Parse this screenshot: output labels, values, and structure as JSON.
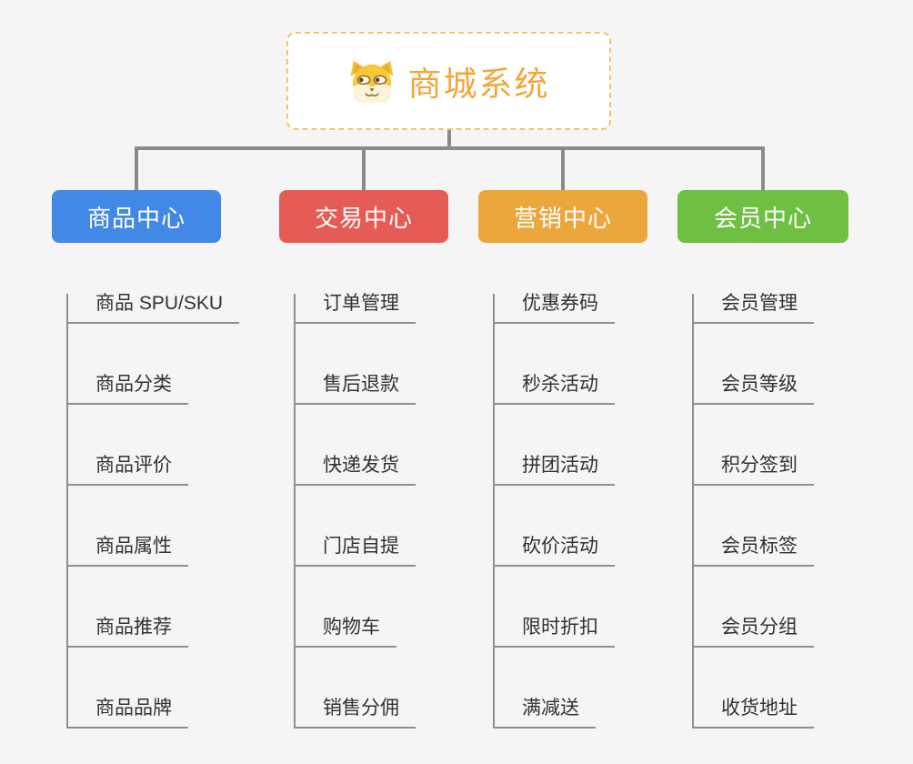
{
  "canvas": {
    "background": "#f5f5f5",
    "connector_color": "#8a8a8a",
    "item_text_color": "#2f3235"
  },
  "root": {
    "title": "商城系统",
    "icon": "dog-icon",
    "text_color": "#f0a83c",
    "border_color": "#f3c36a"
  },
  "branches": [
    {
      "label": "商品中心",
      "color": "#4288e5",
      "items": [
        "商品 SPU/SKU",
        "商品分类",
        "商品评价",
        "商品属性",
        "商品推荐",
        "商品品牌"
      ]
    },
    {
      "label": "交易中心",
      "color": "#e45c55",
      "items": [
        "订单管理",
        "售后退款",
        "快递发货",
        "门店自提",
        "购物车",
        "销售分佣"
      ]
    },
    {
      "label": "营销中心",
      "color": "#eba63c",
      "items": [
        "优惠券码",
        "秒杀活动",
        "拼团活动",
        "砍价活动",
        "限时折扣",
        "满减送"
      ]
    },
    {
      "label": "会员中心",
      "color": "#6fbf43",
      "items": [
        "会员管理",
        "会员等级",
        "积分签到",
        "会员标签",
        "会员分组",
        "收货地址"
      ]
    }
  ]
}
